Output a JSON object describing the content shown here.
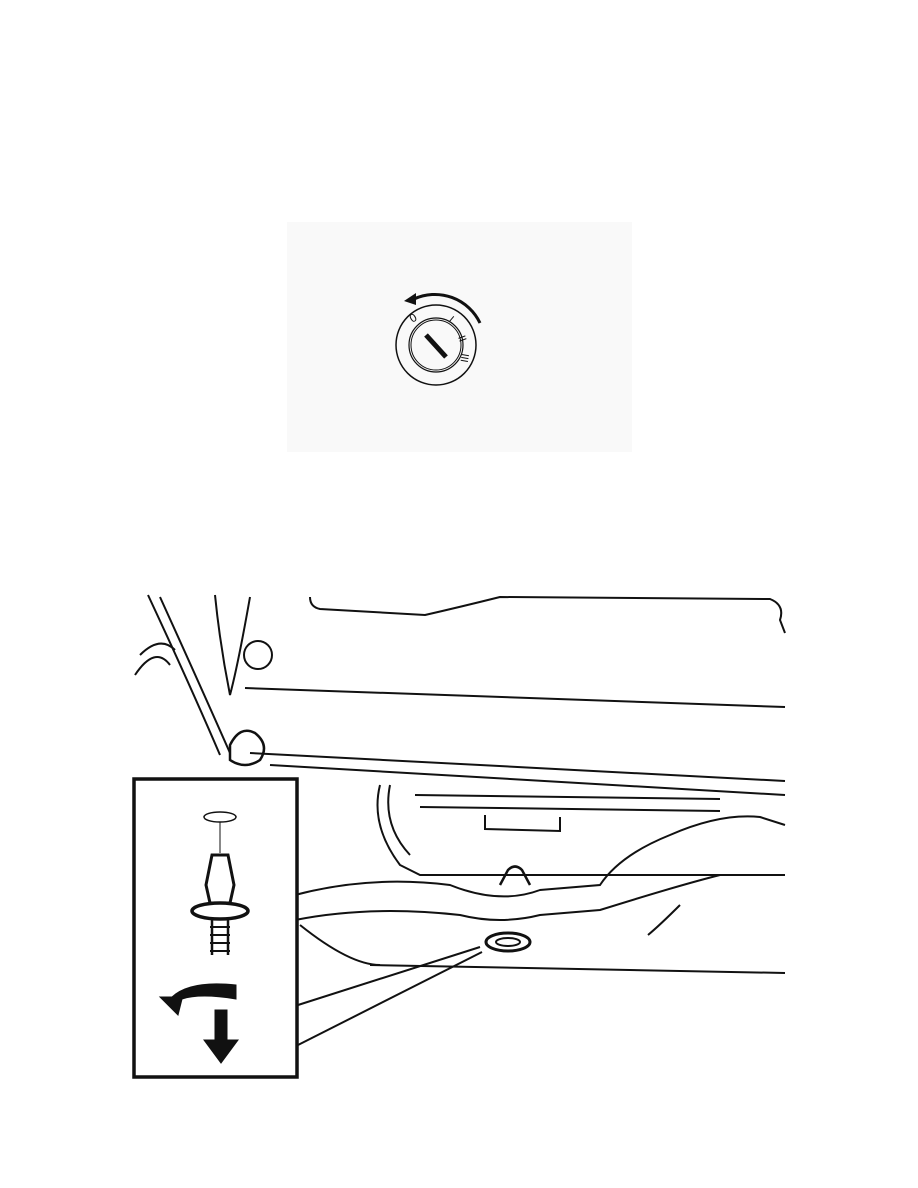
{
  "figures": [
    {
      "id": "ignition-switch",
      "icon": "ignition-key-turn-to-0-icon",
      "positions": [
        "0",
        "I",
        "II",
        "III"
      ]
    },
    {
      "id": "underbody-clip-removal",
      "icon": "plastic-clip-removal-diagram"
    }
  ]
}
